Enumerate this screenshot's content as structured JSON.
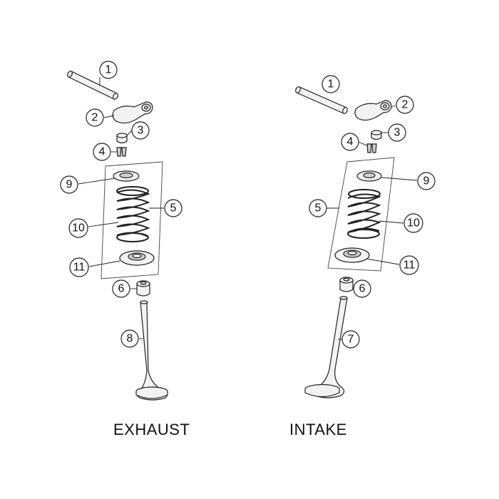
{
  "labels": {
    "exhaust": "EXHAUST",
    "intake": "INTAKE"
  },
  "callouts": {
    "exhaust": [
      "1",
      "2",
      "3",
      "4",
      "9",
      "5",
      "10",
      "11",
      "6",
      "8"
    ],
    "intake": [
      "1",
      "2",
      "3",
      "4",
      "9",
      "5",
      "10",
      "11",
      "6",
      "7"
    ]
  },
  "colors": {
    "line": "#222222",
    "part_fill": "#f2f2f2",
    "background": "#ffffff"
  }
}
